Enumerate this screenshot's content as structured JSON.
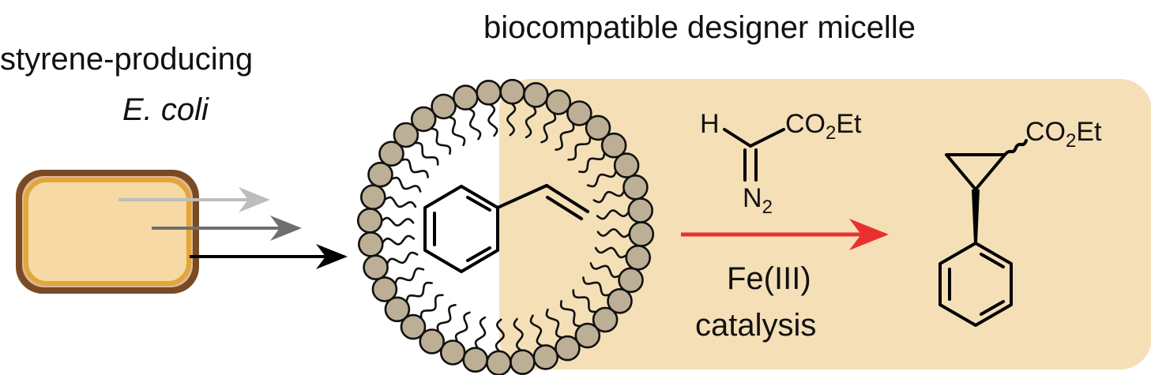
{
  "labels": {
    "top_title": "biocompatible designer micelle",
    "organism_line1": "styrene-producing",
    "organism_line2": "E. coli",
    "catalyst_line1": "Fe(III)",
    "catalyst_line2": "catalysis"
  },
  "reagent": {
    "h": "H",
    "co2et_prefix": "CO",
    "co2et_sub": "2",
    "co2et_suffix": "Et",
    "n2_prefix": "N",
    "n2_sub": "2"
  },
  "product": {
    "co2et_prefix": "CO",
    "co2et_sub": "2",
    "co2et_suffix": "Et"
  },
  "colors": {
    "micelle_panel": "#f4dfb7",
    "cell_outer": "#7a4a24",
    "cell_inner_border": "#e2a63a",
    "cell_fill": "#f6d9a4",
    "head_group": "#bcaf95",
    "reaction_arrow": "#e8312f",
    "arrow_light": "#bdbdbd",
    "arrow_mid": "#6f6f6f",
    "arrow_dark": "#000000"
  },
  "icons": {
    "cell": "ecoli-cell-icon",
    "micelle": "micelle-icon",
    "styrene": "styrene-structure",
    "diazo": "ethyl-diazoacetate-structure",
    "product": "cyclopropane-product-structure"
  }
}
